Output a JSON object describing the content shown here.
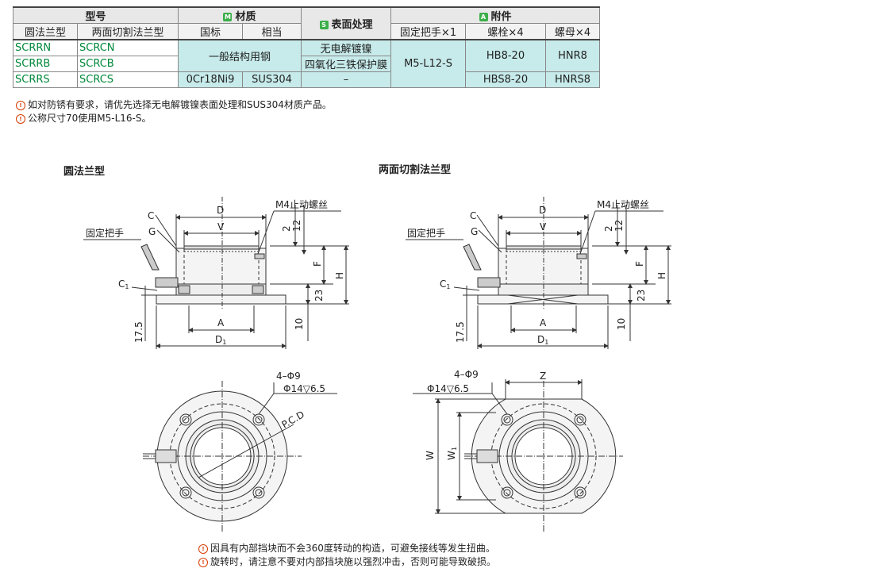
{
  "table": {
    "header": {
      "model": "型号",
      "material": "材质",
      "material_badge": "M",
      "surface": "表面处理",
      "surface_badge": "S",
      "accessories": "附件",
      "accessories_badge": "A"
    },
    "subheader": {
      "round": "圆法兰型",
      "cut": "两面切割法兰型",
      "national": "国标",
      "equivalent": "相当",
      "handle": "固定把手×1",
      "bolt": "螺栓×4",
      "nut": "螺母×4"
    },
    "rows": [
      {
        "round": "SCRRN",
        "cut": "SCRCN",
        "surface": "无电解镀镍"
      },
      {
        "round": "SCRRB",
        "cut": "SCRCB",
        "surface": "四氧化三铁保护膜"
      },
      {
        "round": "SCRRS",
        "cut": "SCRCS",
        "national": "0Cr18Ni9",
        "equivalent": "SUS304",
        "surface": "–",
        "bolt": "HBS8-20",
        "nut": "HNRS8"
      }
    ],
    "merged": {
      "steel": "一般结构用钢",
      "handle": "M5-L12-S",
      "bolt": "HB8-20",
      "nut": "HNR8"
    }
  },
  "notes_top": [
    "如对防锈有要求，请优先选择无电解镀镍表面处理和SUS304材质产品。",
    "公称尺寸70使用M5-L16-S。"
  ],
  "notes_bottom": [
    "因具有内部挡块而不会360度转动的构造，可避免接线等发生扭曲。",
    "旋转时，请注意不要对内部挡块施以强烈冲击，否则可能导致破损。"
  ],
  "warn_icon": "!",
  "left_title": "圆法兰型",
  "right_title": "两面切割法兰型",
  "labels": {
    "C": "C",
    "G": "G",
    "D": "D",
    "V": "V",
    "M4": "M4止动螺丝",
    "handle": "固定把手",
    "C1": "C",
    "C1_sub": "1",
    "n2": "2",
    "n12": "12",
    "F": "F",
    "H": "H",
    "n23": "23",
    "n17_5": "17.5",
    "n10": "10",
    "A": "A",
    "D1": "D",
    "D1_sub": "1",
    "hole": "4–Φ9",
    "cbore": "Φ14▽6.5",
    "pcd": "P.C.D",
    "Z": "Z",
    "W": "W",
    "W1": "W",
    "W1_sub": "1"
  },
  "colors": {
    "teal": "#c7eaea",
    "green_text": "#00883a",
    "badge_green": "#3cae4a",
    "warn_red": "#d83b01",
    "line": "#333333"
  }
}
